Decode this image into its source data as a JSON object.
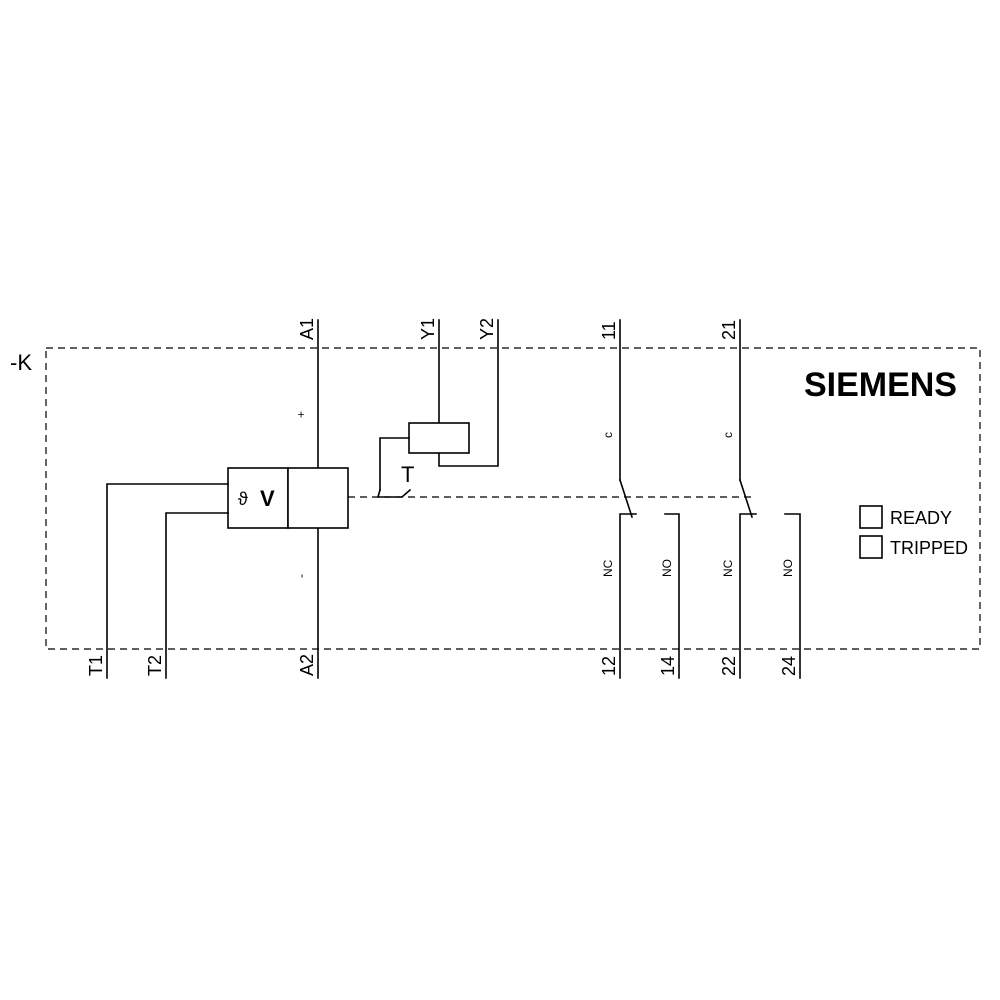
{
  "device_tag": "-K",
  "brand": "SIEMENS",
  "terminals": {
    "a1": "A1",
    "a2": "A2",
    "y1": "Y1",
    "y2": "Y2",
    "t1": "T1",
    "t2": "T2",
    "c11": "11",
    "c12": "12",
    "c14": "14",
    "c21": "21",
    "c22": "22",
    "c24": "24"
  },
  "supply": {
    "plus": "+",
    "minus": "-"
  },
  "sensor_symbol": "ϑ",
  "sensor_type": "V",
  "timer_label": "T",
  "contact_labels": {
    "common_1": "c",
    "common_2": "c",
    "nc_1": "NC",
    "no_1": "NO",
    "nc_2": "NC",
    "no_2": "NO"
  },
  "indicators": {
    "ready": "READY",
    "tripped": "TRIPPED"
  }
}
